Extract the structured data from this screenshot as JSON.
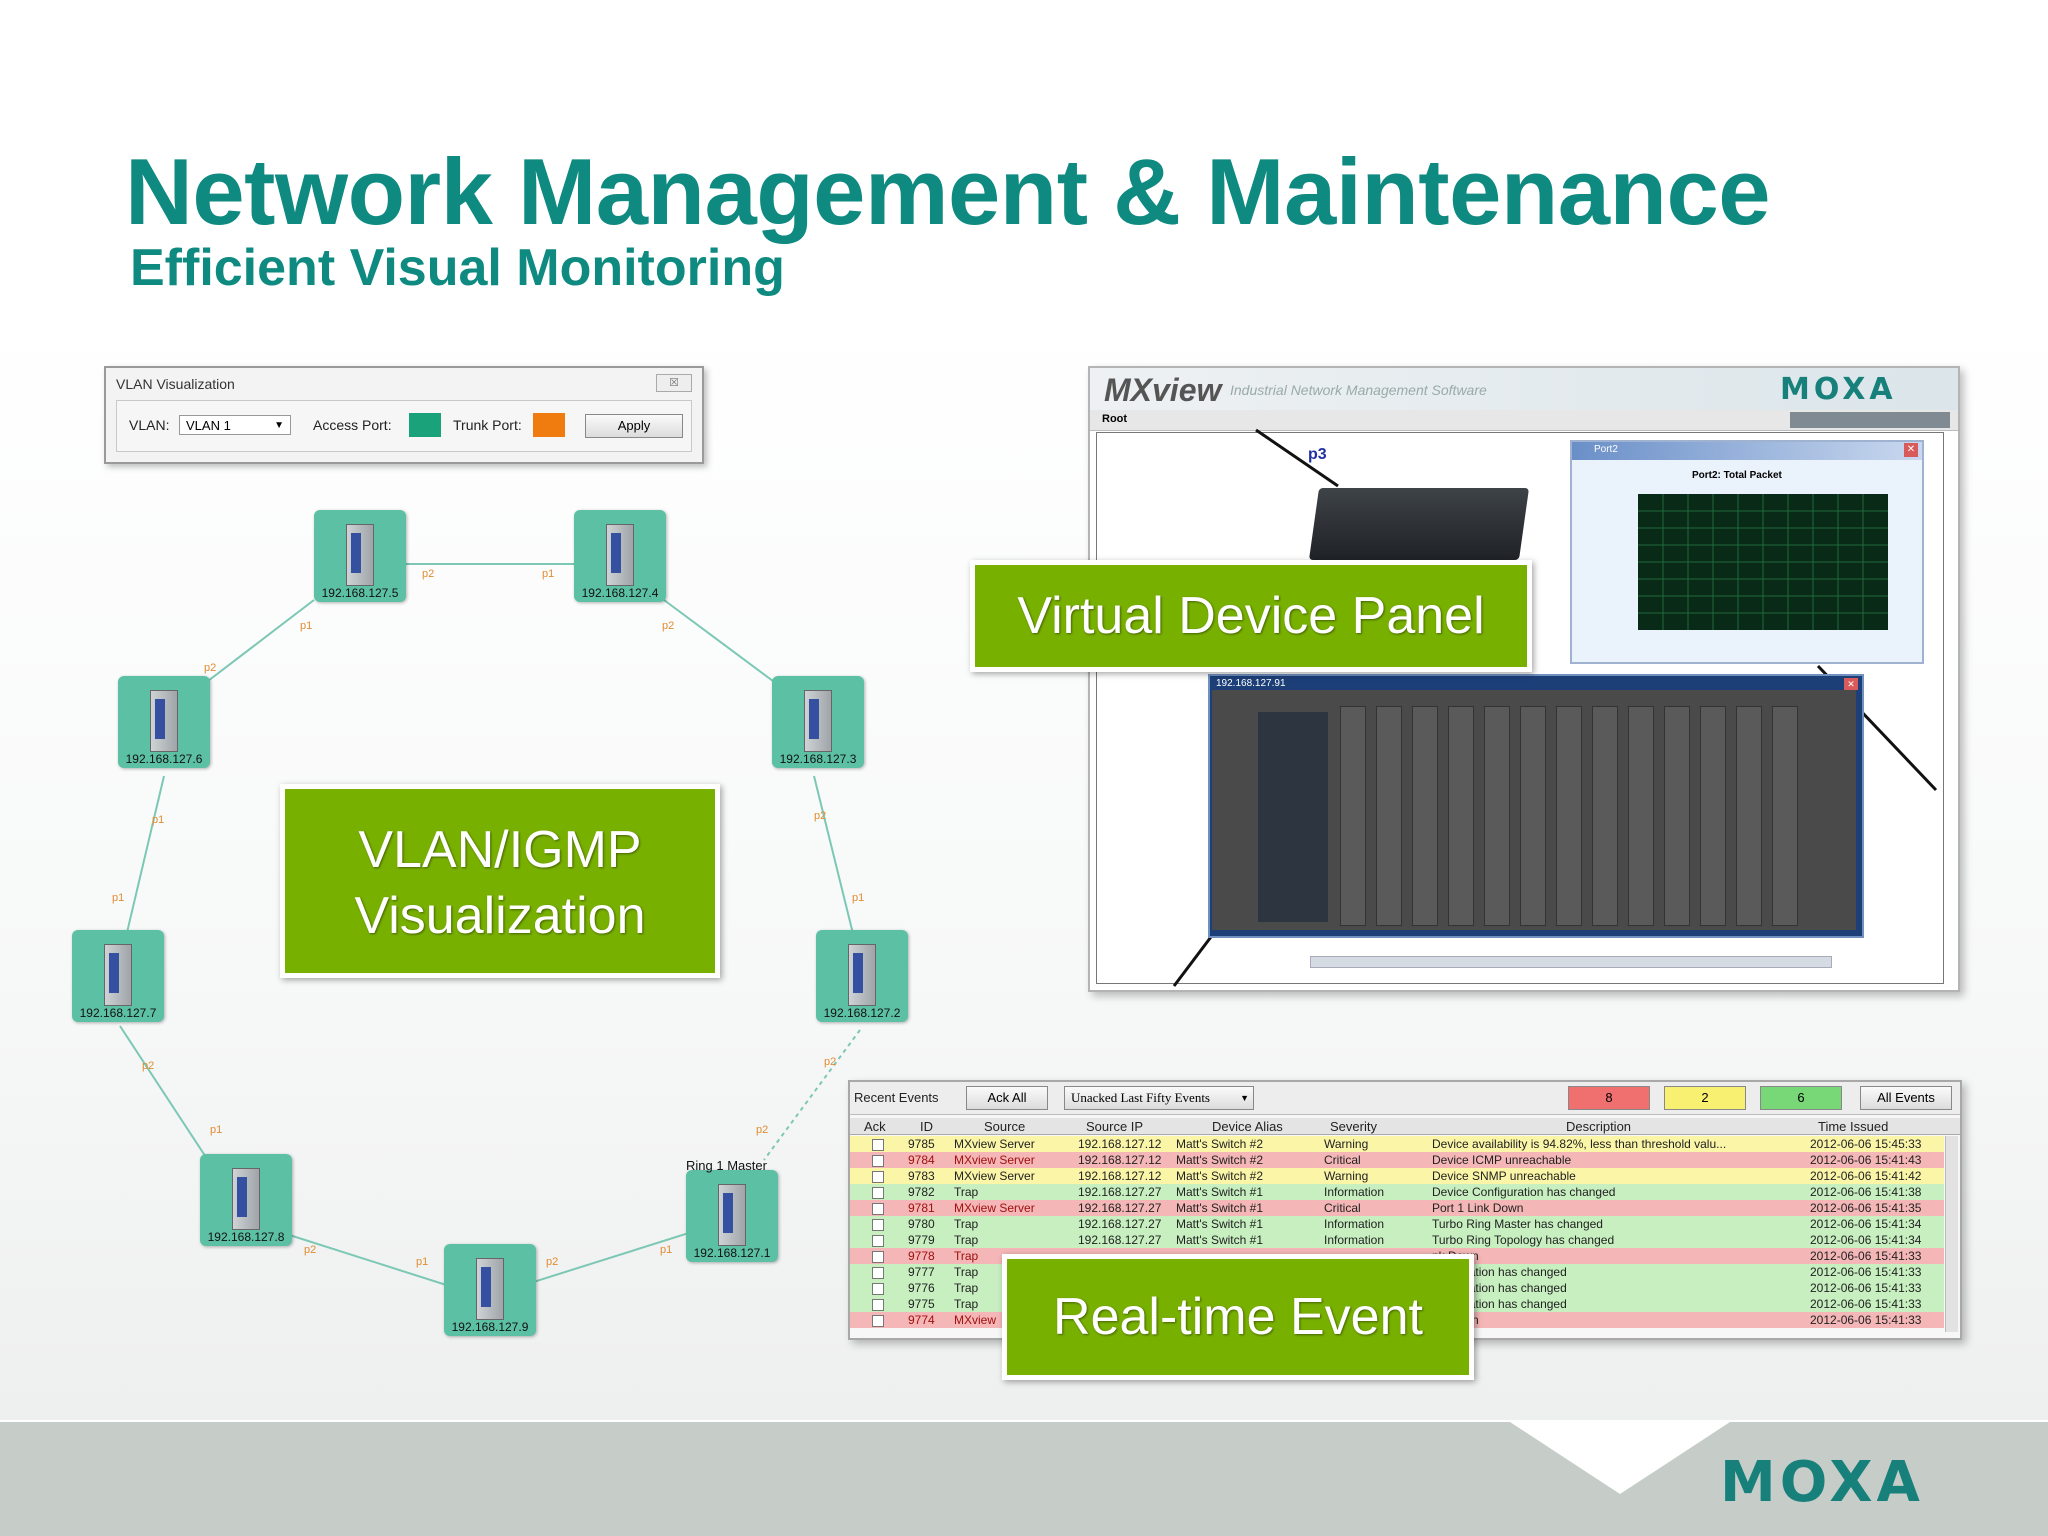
{
  "slide": {
    "title": "Network Management & Maintenance",
    "subtitle": "Efficient Visual Monitoring",
    "footer_logo": "MOXA"
  },
  "vlan_window": {
    "title": "VLAN Visualization",
    "close_glyph": "☒",
    "vlan_label": "VLAN:",
    "vlan_value": "VLAN 1",
    "access_port_label": "Access Port:",
    "trunk_port_label": "Trunk Port:",
    "apply_label": "Apply",
    "access_color": "#1aa37a",
    "trunk_color": "#f07c10"
  },
  "ring": {
    "nodes": [
      {
        "ip": "192.168.127.5"
      },
      {
        "ip": "192.168.127.4"
      },
      {
        "ip": "192.168.127.6"
      },
      {
        "ip": "192.168.127.3"
      },
      {
        "ip": "192.168.127.7"
      },
      {
        "ip": "192.168.127.2"
      },
      {
        "ip": "192.168.127.8"
      },
      {
        "ip": "192.168.127.1"
      },
      {
        "ip": "192.168.127.9"
      }
    ],
    "master_label": "Ring 1 Master",
    "port_p1": "p1",
    "port_p2": "p2"
  },
  "callouts": {
    "vlan_line1": "VLAN/IGMP",
    "vlan_line2": "Visualization",
    "virtual_device_panel": "Virtual Device Panel",
    "real_time_event": "Real-time Event"
  },
  "mxview": {
    "logo": "MXview",
    "subtitle": "Industrial Network Management Software",
    "brand": "MOXA",
    "root_label": "Root",
    "port_label": "p3",
    "chart_title": "Port2: Total Packet",
    "chart_window_title": "Port2",
    "device_window_title": "192.168.127.91"
  },
  "events": {
    "toolbar": {
      "title": "Recent Events",
      "ack_all": "Ack All",
      "filter": "Unacked Last Fifty Events",
      "critical_count": "8",
      "warning_count": "2",
      "info_count": "6",
      "all_events": "All Events"
    },
    "columns": [
      "Ack",
      "ID",
      "Source",
      "Source IP",
      "Device Alias",
      "Severity",
      "Description",
      "Time Issued"
    ],
    "rows": [
      {
        "id": "9785",
        "source": "MXview Server",
        "ip": "192.168.127.12",
        "alias": "Matt's Switch #2",
        "severity": "Warning",
        "desc": "Device availability is 94.82%, less than threshold valu...",
        "time": "2012-06-06 15:45:33",
        "level": "warn"
      },
      {
        "id": "9784",
        "source": "MXview Server",
        "ip": "192.168.127.12",
        "alias": "Matt's Switch #2",
        "severity": "Critical",
        "desc": "Device ICMP unreachable",
        "time": "2012-06-06 15:41:43",
        "level": "crit"
      },
      {
        "id": "9783",
        "source": "MXview Server",
        "ip": "192.168.127.12",
        "alias": "Matt's Switch #2",
        "severity": "Warning",
        "desc": "Device SNMP unreachable",
        "time": "2012-06-06 15:41:42",
        "level": "warn"
      },
      {
        "id": "9782",
        "source": "Trap",
        "ip": "192.168.127.27",
        "alias": "Matt's Switch #1",
        "severity": "Information",
        "desc": "Device Configuration has changed",
        "time": "2012-06-06 15:41:38",
        "level": "info"
      },
      {
        "id": "9781",
        "source": "MXview Server",
        "ip": "192.168.127.27",
        "alias": "Matt's Switch #1",
        "severity": "Critical",
        "desc": "Port 1 Link Down",
        "time": "2012-06-06 15:41:35",
        "level": "crit"
      },
      {
        "id": "9780",
        "source": "Trap",
        "ip": "192.168.127.27",
        "alias": "Matt's Switch #1",
        "severity": "Information",
        "desc": "Turbo Ring Master has changed",
        "time": "2012-06-06 15:41:34",
        "level": "info"
      },
      {
        "id": "9779",
        "source": "Trap",
        "ip": "192.168.127.27",
        "alias": "Matt's Switch #1",
        "severity": "Information",
        "desc": "Turbo Ring Topology has changed",
        "time": "2012-06-06 15:41:34",
        "level": "info"
      },
      {
        "id": "9778",
        "source": "Trap",
        "ip": "",
        "alias": "",
        "severity": "",
        "desc": "nk Down",
        "time": "2012-06-06 15:41:33",
        "level": "crit"
      },
      {
        "id": "9777",
        "source": "Trap",
        "ip": "",
        "alias": "",
        "severity": "",
        "desc": "onfiguration has changed",
        "time": "2012-06-06 15:41:33",
        "level": "info"
      },
      {
        "id": "9776",
        "source": "Trap",
        "ip": "",
        "alias": "",
        "severity": "",
        "desc": "onfiguration has changed",
        "time": "2012-06-06 15:41:33",
        "level": "info"
      },
      {
        "id": "9775",
        "source": "Trap",
        "ip": "",
        "alias": "",
        "severity": "",
        "desc": "onfiguration has changed",
        "time": "2012-06-06 15:41:33",
        "level": "info"
      },
      {
        "id": "9774",
        "source": "MXview",
        "ip": "",
        "alias": "",
        "severity": "",
        "desc": "nk Down",
        "time": "2012-06-06 15:41:33",
        "level": "crit"
      }
    ]
  }
}
